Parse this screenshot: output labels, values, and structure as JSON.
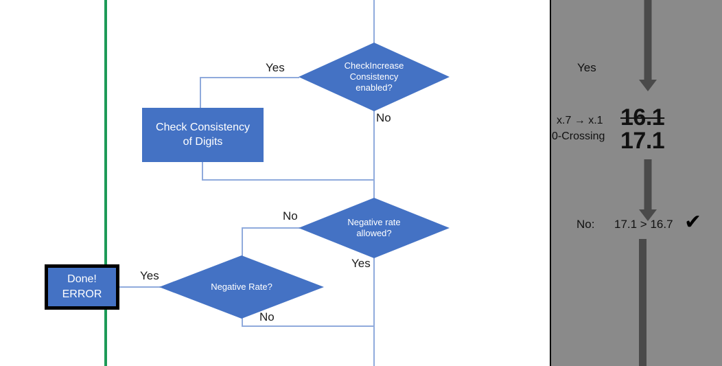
{
  "flowchart": {
    "nodes": {
      "check_increase_consistency": {
        "line1": "CheckIncrease",
        "line2": "Consistency",
        "line3": "enabled?"
      },
      "check_consistency_of_digits": {
        "line1": "Check Consistency",
        "line2": "of Digits"
      },
      "negative_rate_allowed": {
        "line1": "Negative rate",
        "line2": "allowed?"
      },
      "negative_rate": {
        "line1": "Negative Rate?"
      },
      "done_error": {
        "line1": "Done!",
        "line2": "ERROR"
      }
    },
    "edge_labels": {
      "check_increase_yes": "Yes",
      "check_increase_no": "No",
      "negative_rate_allowed_no": "No",
      "negative_rate_allowed_yes": "Yes",
      "negative_rate_no": "No",
      "negative_rate_yes": "Yes"
    },
    "colors": {
      "node_fill": "#4472C4",
      "connector": "#8FAADC",
      "divider_green": "#1D9A57",
      "node_text": "#FFFFFF"
    }
  },
  "panel": {
    "background": "#8A8A8A",
    "arrow_color": "#4A4A4A",
    "yes_label": "Yes",
    "rule_label_line1": "x.7 → x.1",
    "rule_label_line2": "0-Crossing",
    "value_struck": "16.1",
    "value_result": "17.1",
    "comparison_prefix": "No:",
    "comparison_text": "17.1 > 16.7",
    "check_mark": "✔"
  }
}
